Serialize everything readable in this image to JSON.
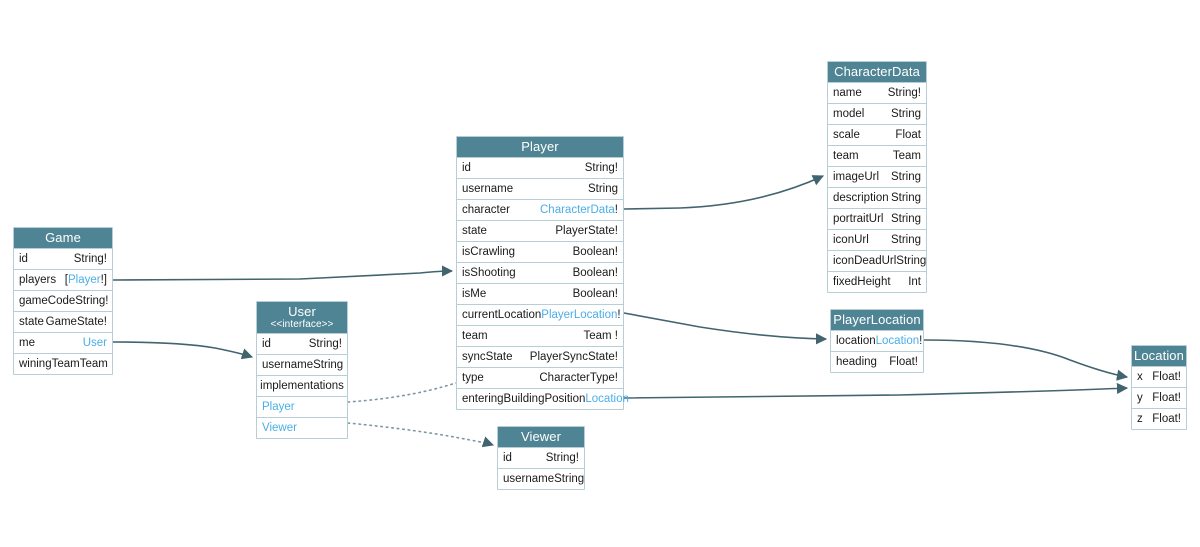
{
  "diagram": {
    "type": "graphql-schema-erd",
    "title": "",
    "colors": {
      "header_bg": "#4f8494",
      "header_text": "#ffffff",
      "border": "#b7ced6",
      "edge": "#41646f",
      "type_link": "#4aaee8",
      "row_bg": "#ffffff"
    }
  },
  "entities": {
    "game": {
      "name": "Game",
      "fields": [
        {
          "name": "id",
          "type": "String!",
          "link": false
        },
        {
          "name": "players",
          "type": "[Player!]",
          "link": true
        },
        {
          "name": "gameCode",
          "type": "String!",
          "link": false
        },
        {
          "name": "state",
          "type": "GameState!",
          "link": false
        },
        {
          "name": "me",
          "type": "User",
          "link": true
        },
        {
          "name": "winingTeam",
          "type": "Team",
          "link": false
        }
      ]
    },
    "user": {
      "name": "User",
      "stereotype": "<<interface>>",
      "fields": [
        {
          "name": "id",
          "type": "String!",
          "link": false
        },
        {
          "name": "username",
          "type": "String",
          "link": false
        }
      ],
      "implementations_label": "implementations",
      "implementations": [
        {
          "name": "Player"
        },
        {
          "name": "Viewer"
        }
      ]
    },
    "player": {
      "name": "Player",
      "fields": [
        {
          "name": "id",
          "type": "String!",
          "link": false
        },
        {
          "name": "username",
          "type": "String",
          "link": false
        },
        {
          "name": "character",
          "type": "CharacterData!",
          "link": true
        },
        {
          "name": "state",
          "type": "PlayerState!",
          "link": false
        },
        {
          "name": "isCrawling",
          "type": "Boolean!",
          "link": false
        },
        {
          "name": "isShooting",
          "type": "Boolean!",
          "link": false
        },
        {
          "name": "isMe",
          "type": "Boolean!",
          "link": false
        },
        {
          "name": "currentLocation",
          "type": "PlayerLocation!",
          "link": true
        },
        {
          "name": "team",
          "type": "Team !",
          "link": false
        },
        {
          "name": "syncState",
          "type": "PlayerSyncState!",
          "link": false
        },
        {
          "name": "type",
          "type": "CharacterType!",
          "link": false
        },
        {
          "name": "enteringBuildingPosition",
          "type": "Location",
          "link": true
        }
      ]
    },
    "viewer": {
      "name": "Viewer",
      "fields": [
        {
          "name": "id",
          "type": "String!",
          "link": false
        },
        {
          "name": "username",
          "type": "String",
          "link": false
        }
      ]
    },
    "character_data": {
      "name": "CharacterData",
      "fields": [
        {
          "name": "name",
          "type": "String!",
          "link": false
        },
        {
          "name": "model",
          "type": "String",
          "link": false
        },
        {
          "name": "scale",
          "type": "Float",
          "link": false
        },
        {
          "name": "team",
          "type": "Team",
          "link": false
        },
        {
          "name": "imageUrl",
          "type": "String",
          "link": false
        },
        {
          "name": "description",
          "type": "String",
          "link": false
        },
        {
          "name": "portraitUrl",
          "type": "String",
          "link": false
        },
        {
          "name": "iconUrl",
          "type": "String",
          "link": false
        },
        {
          "name": "iconDeadUrl",
          "type": "String",
          "link": false
        },
        {
          "name": "fixedHeight",
          "type": "Int",
          "link": false
        }
      ]
    },
    "player_location": {
      "name": "PlayerLocation",
      "fields": [
        {
          "name": "location",
          "type": "Location!",
          "link": true
        },
        {
          "name": "heading",
          "type": "Float!",
          "link": false
        }
      ]
    },
    "location": {
      "name": "Location",
      "fields": [
        {
          "name": "x",
          "type": "Float!",
          "link": false
        },
        {
          "name": "y",
          "type": "Float!",
          "link": false
        },
        {
          "name": "z",
          "type": "Float!",
          "link": false
        }
      ]
    }
  },
  "edges": [
    {
      "from": "game.players",
      "to": "player",
      "style": "solid",
      "arrow": true
    },
    {
      "from": "game.me",
      "to": "user",
      "style": "solid",
      "arrow": true
    },
    {
      "from": "player.character",
      "to": "character_data",
      "style": "solid",
      "arrow": true
    },
    {
      "from": "player.currentLocation",
      "to": "player_location",
      "style": "solid",
      "arrow": true
    },
    {
      "from": "player.enteringBuildingPosition",
      "to": "location",
      "style": "solid",
      "arrow": true
    },
    {
      "from": "player_location.location",
      "to": "location",
      "style": "solid",
      "arrow": true
    },
    {
      "from": "user.Player",
      "to": "player",
      "style": "dotted",
      "arrow": true
    },
    {
      "from": "user.Viewer",
      "to": "viewer",
      "style": "dotted",
      "arrow": true
    }
  ]
}
